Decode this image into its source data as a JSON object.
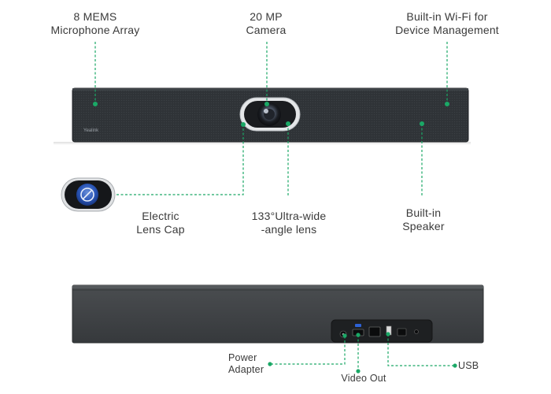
{
  "colors": {
    "accent": "#1aa866",
    "bar_body": "#2e3236",
    "bar_back": "#3c3f42",
    "background": "#ffffff"
  },
  "front_view": {
    "brand_logo": "Yealink",
    "callouts": {
      "mic": {
        "line1": "8 MEMS",
        "line2": "Microphone Array"
      },
      "camera": {
        "line1": "20 MP",
        "line2": "Camera"
      },
      "wifi": {
        "line1": "Built-in Wi-Fi for",
        "line2": "Device Management"
      },
      "lens_cap": {
        "line1": "Electric",
        "line2": "Lens Cap"
      },
      "lens": {
        "line1": "133°Ultra-wide",
        "line2": "-angle lens"
      },
      "speaker": {
        "line1": "Built-in",
        "line2": "Speaker"
      }
    }
  },
  "back_view": {
    "callouts": {
      "power": {
        "line1": "Power",
        "line2": "Adapter"
      },
      "video": {
        "line1": "Video Out"
      },
      "usb": {
        "line1": "USB"
      }
    }
  }
}
